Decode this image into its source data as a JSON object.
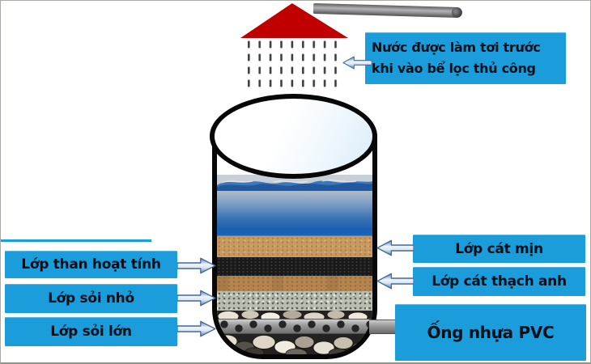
{
  "note": {
    "line1": "Nước được làm tơi trước",
    "line2": "khi vào bể lọc thủ công"
  },
  "left_labels": [
    "Lớp than hoạt tính",
    "Lớp sỏi nhỏ",
    "Lớp sỏi lớn"
  ],
  "right_labels": [
    "Lớp cát mịn",
    "Lớp cát thạch anh",
    "Ống nhựa PVC"
  ],
  "tank_layers_top_to_bottom": [
    "nước",
    "lớp cát mịn",
    "lớp than hoạt tính",
    "lớp cát thạch anh",
    "lớp sỏi nhỏ",
    "lớp sỏi lớn + ống nhựa PVC"
  ],
  "colors": {
    "label_bg": "#1b9ddb",
    "label_text": "#041019",
    "arrow_outline": "#44699d",
    "cone_red": "#c00000"
  }
}
